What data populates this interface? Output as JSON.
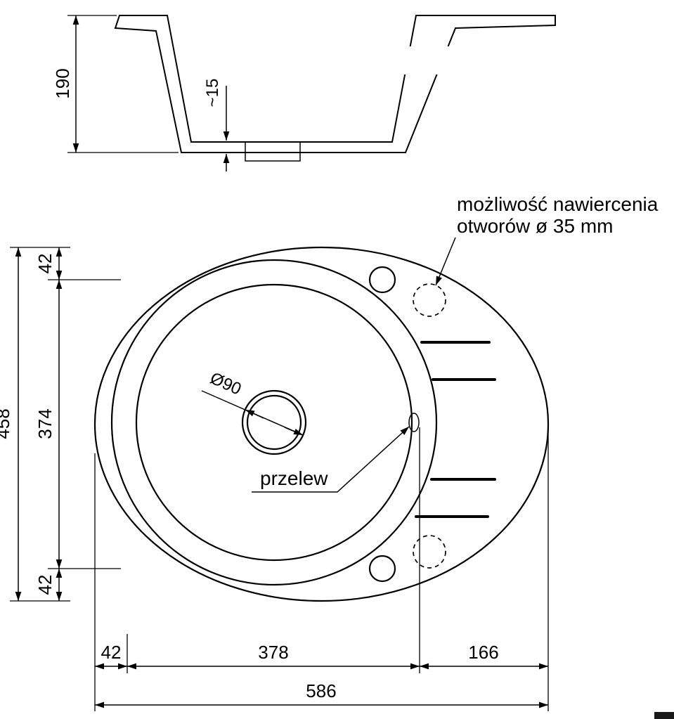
{
  "drawing": {
    "kind": "sink-technical-drawing",
    "colors": {
      "line": "#000000",
      "background": "#ffffff"
    }
  },
  "labels": {
    "drill_note_line1": "możliwość nawiercenia",
    "drill_note_line2": "otworów ø 35 mm",
    "overflow": "przelew",
    "drain_diameter": "Ø90"
  },
  "dimensions": {
    "section_height": "190",
    "bottom_thickness": "~15",
    "plan_height": "458",
    "top_offset": "42",
    "hole_spacing": "374",
    "bottom_offset": "42",
    "left_offset": "42",
    "mid_span": "378",
    "right_span": "166",
    "total_width": "586"
  }
}
